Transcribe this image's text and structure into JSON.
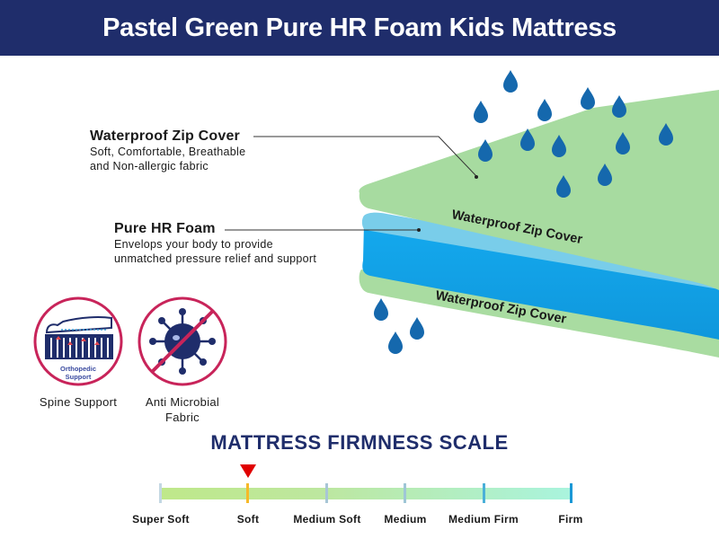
{
  "header": {
    "title": "Pastel Green Pure HR Foam Kids Mattress"
  },
  "callouts": [
    {
      "title": "Waterproof Zip Cover",
      "desc_line1": "Soft, Comfortable, Breathable",
      "desc_line2": "and Non-allergic fabric"
    },
    {
      "title": "Pure HR Foam",
      "desc_line1": "Envelops your body to provide",
      "desc_line2": "unmatched pressure relief and support"
    }
  ],
  "layers": {
    "top_label": "Waterproof Zip Cover",
    "bottom_label": "Waterproof Zip Cover"
  },
  "features": [
    {
      "icon": "spine-support-icon",
      "icon_text1": "Orthopedic",
      "icon_text2": "Support",
      "label_line1": "Spine Support",
      "label_line2": ""
    },
    {
      "icon": "anti-microbial-icon",
      "label_line1": "Anti Microbial",
      "label_line2": "Fabric"
    }
  ],
  "firmness": {
    "title": "MATTRESS FIRMNESS SCALE",
    "levels": [
      "Super Soft",
      "Soft",
      "Medium Soft",
      "Medium",
      "Medium Firm",
      "Firm"
    ],
    "selected": "Soft",
    "colors": {
      "marker": "#e00000",
      "bar_start": "#bfe88a",
      "bar_end": "#aaf3dd",
      "selected_tick": "#f7b928"
    }
  },
  "colors": {
    "brand_navy": "#1f2d6b",
    "cover_green": "#a8dba0",
    "foam_blue": "#12a5e8",
    "drop_blue": "#1568ad",
    "badge_ring": "#c8245a"
  }
}
